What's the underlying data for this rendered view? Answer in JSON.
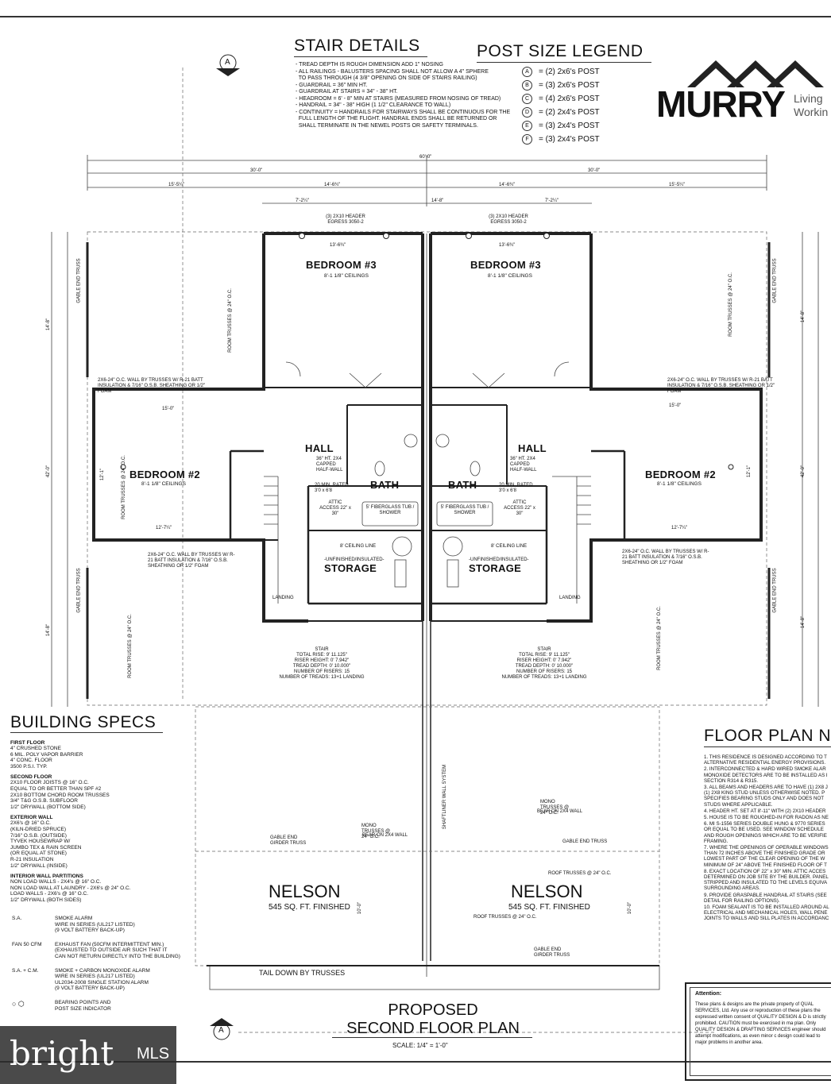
{
  "stair_details": {
    "title": "STAIR DETAILS",
    "notes": [
      "- TREAD DEPTH IS ROUGH DIMENSION ADD 1\" NOSING",
      "- ALL RAILINGS - BALUSTERS SPACING SHALL NOT ALLOW A 4\" SPHERE",
      "  TO PASS THROUGH (4 3/8\" OPENING ON SIDE OF STAIRS RAILING)",
      "- GUARDRAIL = 36\" MIN HT.",
      "- GUARDRAIL AT STAIRS = 34\" - 38\" HT.",
      "- HEADROOM = 6' - 8\" MIN AT STAIRS (MEASURED FROM NOSING OF TREAD)",
      "- HANDRAIL = 34\" - 38\" HIGH (1 1/2\" CLEARANCE TO WALL)",
      "- CONTINUITY = HANDRAILS FOR STAIRWAYS SHALL BE CONTINUOUS FOR THE",
      "  FULL LENGTH OF THE FLIGHT. HANDRAIL ENDS SHALL BE RETURNED OR",
      "  SHALL TERMINATE IN THE NEWEL POSTS OR SAFETY TERMINALS."
    ]
  },
  "post_legend": {
    "title": "POST SIZE LEGEND",
    "items": [
      {
        "key": "A",
        "label": "= (2) 2x6's POST"
      },
      {
        "key": "B",
        "label": "= (3) 2x6's POST"
      },
      {
        "key": "C",
        "label": "= (4) 2x6's POST"
      },
      {
        "key": "D",
        "label": "= (2) 2x4's POST"
      },
      {
        "key": "E",
        "label": "= (3) 2x4's POST"
      },
      {
        "key": "F",
        "label": "= (3) 2x4's POST"
      }
    ]
  },
  "logo": {
    "name": "MURRY",
    "tag1": "Living",
    "tag2": "Workin"
  },
  "section_marker": "A",
  "dimensions": {
    "total": "60'-0\"",
    "half_left": "30'-0\"",
    "half_right": "30'-0\"",
    "d1": "15'-5¼\"",
    "d2": "14'-6¾\"",
    "d3": "14'-6¾\"",
    "d4": "15'-5¼\"",
    "d5": "7'-2¼\"",
    "d6": "14'-8\"",
    "d7": "7'-2¼\"",
    "side_top": "14'-8\"",
    "side_mid": "42'-0\"",
    "side_bot": "14'-8\"",
    "br2_width": "15'-0\"",
    "br2_inner": "12'-7¼\"",
    "br2_depth": "12'-1\"",
    "br3_width": "13'-6¾\""
  },
  "rooms": {
    "bedroom3": "BEDROOM #3",
    "bedroom2": "BEDROOM #2",
    "ceiling": "8'-1 1/8\" CEILINGS",
    "hall": "HALL",
    "bath": "BATH",
    "storage": "STORAGE",
    "storage_sub": "-UNFINISHED/INSULATED-",
    "landing": "LANDING",
    "egress": "(3) 2X10 HEADER EGRESS 3050-2",
    "tub": "5' FIBERGLASS TUB / SHOWER",
    "attic": "ATTIC ACCESS 22\" x 30\"",
    "half_wall": "36\" HT. 2X4 CAPPED HALF-WALL",
    "door_rated": "20 MIN. RATED 3'0 x 6'8",
    "ceiling_line": "8' CEILING LINE",
    "wall_note": "2X6-24\" O.C. WALL BY TRUSSES W/ R-21 BATT INSULATION & 7/16\" O.S.B. SHEATHING OR 1/2\" FOAM",
    "gable_truss": "GABLE END TRUSS",
    "room_trusses": "ROOM TRUSSES @ 24\" O.C."
  },
  "stair_spec": {
    "lines": [
      "STAIR",
      "TOTAL RISE: 9' 11.125\"",
      "RISER HEIGHT: 0' 7.942\"",
      "TREAD DEPTH: 0' 10.000\"",
      "NUMBER OF RISERS: 15",
      "NUMBER OF TREADS: 13+1 LANDING"
    ]
  },
  "building_specs": {
    "title": "BUILDING SPECS",
    "groups": [
      {
        "heading": "FIRST FLOOR",
        "lines": [
          "4\" CRUSHED STONE",
          "6 MIL. POLY VAPOR BARRIER",
          "4\" CONC. FLOOR",
          "3500 P.S.I. TYP."
        ]
      },
      {
        "heading": "SECOND FLOOR",
        "lines": [
          "2X10 FLOOR JOISTS @ 16\" O.C.",
          "EQUAL TO OR BETTER THAN SPF #2",
          "2X10 BOTTOM CHORD ROOM TRUSSES",
          "3/4\" T&G O.S.B. SUBFLOOR",
          "1/2\" DRYWALL (BOTTOM SIDE)"
        ]
      },
      {
        "heading": "EXTERIOR WALL",
        "lines": [
          "2X6's @ 16\" O.C.",
          "(KILN-DRIED SPRUCE)",
          "7/16\" O.S.B. (OUTSIDE)",
          "TYVEK HOUSEWRAP W/",
          "JUMBO TEX & RAIN SCREEN",
          "(OR EQUAL AT STONE)",
          "R-21 INSULATION",
          "1/2\" DRYWALL (INSIDE)"
        ]
      },
      {
        "heading": "INTERIOR WALL PARTITIONS",
        "lines": [
          "NON LOAD WALLS - 2X4's @ 16\" O.C.",
          "NON LOAD WALL AT LAUNDRY - 2X6's @ 24\" O.C.",
          "LOAD WALLS - 2X6's @ 16\" O.C.",
          "1/2\" DRYWALL (BOTH SIDES)"
        ]
      }
    ],
    "symbols": [
      {
        "code": "S.A.",
        "lines": [
          "SMOKE ALARM",
          "WIRE IN SERIES (UL217 LISTED)",
          "(9 VOLT BATTERY BACK-UP)"
        ]
      },
      {
        "code": "FAN 50 CFM",
        "lines": [
          "EXHAUST FAN (50CFM INTERMITTENT MIN.)",
          "(EXHAUSTED TO OUTSIDE AIR SUCH THAT IT",
          "CAN NOT RETURN DIRECTLY INTO THE BUILDING)"
        ]
      },
      {
        "code": "S.A. + C.M.",
        "lines": [
          "SMOKE + CARBON MONOXIDE ALARM",
          "WIRE IN SERIES (UL217 LISTED)",
          "UL2034-2008 SINGLE STATION ALARM",
          "(9 VOLT BATTERY BACK-UP)"
        ]
      },
      {
        "code": "",
        "lines": [
          "BEARING POINTS AND",
          "POST SIZE INDICATOR"
        ]
      }
    ]
  },
  "floor_notes": {
    "title": "FLOOR PLAN N",
    "items": [
      "1. THIS RESIDENCE IS DESIGNED ACCORDING TO T ALTERNATIVE RESIDENTIAL ENERGY PROVISIONS.",
      "2. INTERCONNECTED & HARD WIRED SMOKE ALAR MONOXIDE DETECTORS ARE TO BE INSTALLED AS I SECTION R314 & R315.",
      "3. ALL BEAMS AND HEADERS ARE TO HAVE (1) 2X8 J (1) 2X8 KING STUD UNLESS OTHERWISE NOTED. P SPECIFIES BEARING STUDS ONLY AND DOES NOT STUDS WHERE APPLICABLE.",
      "4. HEADER HT. SET AT 8'-11\" WITH (2) 2X10 HEADER",
      "5. HOUSE IS TO BE ROUGHED-IN FOR RADON AS NE",
      "6. MI S-1556 SERIES DOUBLE HUNG & 9770 SERIES OR EQUAL TO BE USED. SEE WINDOW SCHEDULE AND ROUGH OPENINGS WHICH ARE TO BE VERIFIE FRAMING.",
      "7. WHERE THE OPENINGS OF OPERABLE WINDOWS THAN 72 INCHES ABOVE THE FINISHED GRADE OR LOWEST PART OF THE CLEAR OPENING OF THE W MINIMUM OF 24\" ABOVE THE FINISHED FLOOR OF T",
      "8. EXACT LOCATION OF 22\" x 30\" MIN. ATTIC ACCES DETERMINED ON JOB SITE BY THE BUILDER. PANEL STRIPPED AND INSULATED TO THE LEVELS EQUIVA SURROUNDING AREAS.",
      "9. PROVIDE GRASPABLE HANDRAIL AT STAIRS (SEE DETAIL FOR RAILING OPTIONS).",
      "10. FOAM SEALANT IS TO BE INSTALLED AROUND AL ELECTRICAL AND MECHANICAL HOLES, WALL PENE JOINTS TO WALLS AND SILL PLATES IN ACCORDANC"
    ]
  },
  "garage": {
    "name": "NELSON",
    "area": "545 SQ. FT. FINISHED",
    "gable_girder": "GABLE END GIRDER TRUSS",
    "mono_trusses": "MONO TRUSSES @ 24\" O.C.",
    "bear": "BEAR ON 2X4 WALL",
    "roof_trusses": "ROOF TRUSSES @ 24\" O.C.",
    "tail_down": "TAIL DOWN BY TRUSSES",
    "depth": "10'-0\"",
    "shaftliner": "SHAFTLINER WALL SYSTEM"
  },
  "plan_title": {
    "line1": "PROPOSED",
    "line2": "SECOND FLOOR PLAN",
    "scale": "SCALE: 1/4\" = 1'-0\""
  },
  "attention": {
    "title": "Attention:",
    "text": "These plans & designs are the private property of QUAL SERVICES, Ltd. Any use or reproduction of these plans the expressed written consent of QUALITY DESIGN & D is strictly prohibited. CAUTION must be exercised in ma plan. Only QUALITY DESIGN & DRAFTING SERVICES engineer should attempt modifications, as even minor c design could lead to major problems in another area."
  },
  "watermark": {
    "brand": "bright",
    "suffix": "MLS"
  }
}
